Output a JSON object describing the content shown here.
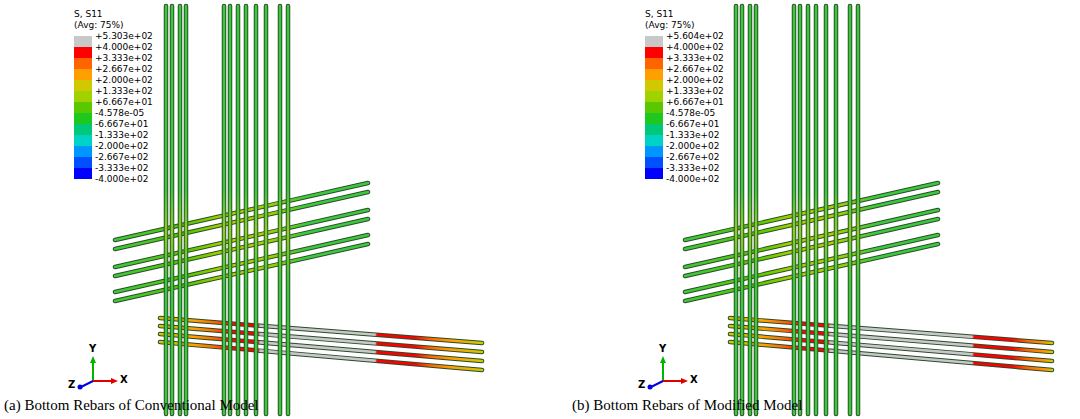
{
  "diagram": {
    "labels": [
      "S, S11",
      "(Avg: 75%)",
      "-4.000e+02",
      "Y",
      "X",
      "Z",
      "(a) Bottom Rebars of Conventional Model",
      "S, S11",
      "(Avg: 75%)",
      "-4.000e+02",
      "Y",
      "X",
      "Z",
      "(b) Bottom Rebars of Modified Model"
    ],
    "legend": [
      {
        "text": "+5.303e+02",
        "color": "#c8c8c8"
      },
      {
        "text": "+4.000e+02",
        "color": "#ff0000"
      },
      {
        "text": "+3.333e+02",
        "color": "#ff6400"
      },
      {
        "text": "+2.667e+02",
        "color": "#ffa000"
      },
      {
        "text": "+2.000e+02",
        "color": "#d2c800"
      },
      {
        "text": "+1.333e+02",
        "color": "#a0d200"
      },
      {
        "text": "+6.667e+01",
        "color": "#5ac800"
      },
      {
        "text": "-4.578e-05",
        "color": "#1ec81e"
      },
      {
        "text": "-6.667e+01",
        "color": "#00c878"
      },
      {
        "text": "-1.333e+02",
        "color": "#00d2c8"
      },
      {
        "text": "-2.000e+02",
        "color": "#0096ff"
      },
      {
        "text": "-2.667e+02",
        "color": "#0050ff"
      },
      {
        "text": "-3.333e+02",
        "color": "#0000ff"
      },
      {
        "text": "+5.604e+02",
        "color": "#c8c8c8"
      },
      {
        "text": "+4.000e+02",
        "color": "#ff0000"
      },
      {
        "text": "+3.333e+02",
        "color": "#ff6400"
      },
      {
        "text": "+2.667e+02",
        "color": "#ffa000"
      },
      {
        "text": "+2.000e+02",
        "color": "#d2c800"
      },
      {
        "text": "+1.333e+02",
        "color": "#a0d200"
      },
      {
        "text": "+6.667e+01",
        "color": "#5ac800"
      },
      {
        "text": "-4.578e-05",
        "color": "#1ec81e"
      },
      {
        "text": "-6.667e+01",
        "color": "#00c878"
      },
      {
        "text": "-1.333e+02",
        "color": "#00d2c8"
      },
      {
        "text": "-2.000e+02",
        "color": "#0096ff"
      },
      {
        "text": "-2.667e+02",
        "color": "#0050ff"
      },
      {
        "text": "-3.333e+02",
        "color": "#0000ff"
      }
    ]
  }
}
